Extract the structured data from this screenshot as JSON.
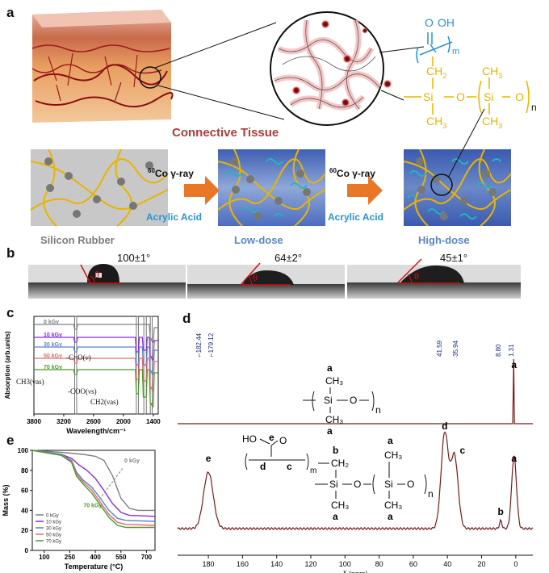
{
  "panels": {
    "a": "a",
    "b": "b",
    "c": "c",
    "d": "d",
    "e": "e"
  },
  "panel_a": {
    "tissue_caption": "Connective Tissue",
    "arrow1_label": "60Co γ-ray",
    "arrow1_iso_sup": "60",
    "arrow1_iso_rest": "Co γ-ray",
    "arrow1_sub": "Acrylic Acid",
    "arrow2_iso_sup": "60",
    "arrow2_iso_rest": "Co γ-ray",
    "arrow2_sub": "Acrylic Acid",
    "stage_labels": [
      "Silicon Rubber",
      "Low-dose",
      "High-dose"
    ],
    "structure": {
      "carboxyl_o": "O",
      "carboxyl_oh": "OH",
      "m": "m",
      "ch2": "CH",
      "ch2_sub": "2",
      "si1": "Si",
      "o1": "O",
      "si2": "Si",
      "o2": "O",
      "ch3": "CH",
      "ch3_sub": "3",
      "n": "n"
    },
    "colors": {
      "gold": "#e8b400",
      "blue": "#2a93d5",
      "arrow": "#e87828",
      "red_caption": "#b23a3a",
      "gray_caption": "#7d7d7d",
      "blue_caption": "#5a86c8"
    }
  },
  "panel_b": {
    "angles": [
      "100±1°",
      "64±2°",
      "45±1°"
    ],
    "theta": "θ"
  },
  "chart_data": [
    {
      "type": "line",
      "panel": "c",
      "xlabel": "Wavelength/cm⁻¹",
      "ylabel": "Absorption (arb.units)",
      "x_ticks": [
        3800,
        3200,
        2600,
        2000,
        1400
      ],
      "xlim": [
        3800,
        1300
      ],
      "series": [
        {
          "name": "0 kGy",
          "color": "#808080"
        },
        {
          "name": "10 kGy",
          "color": "#8b2be2"
        },
        {
          "name": "30 kGy",
          "color": "#5b7fd6"
        },
        {
          "name": "50 kGy",
          "color": "#e46a6a"
        },
        {
          "name": "70 kGy",
          "color": "#4c9a2a"
        }
      ],
      "annotations": [
        "-C=O(ν)",
        "CH3(νas)",
        "-COO(νs)",
        "CH2(νas)"
      ]
    },
    {
      "type": "line",
      "panel": "d",
      "xlabel": "δ (ppm)",
      "x_ticks": [
        180,
        160,
        140,
        120,
        100,
        80,
        60,
        40,
        20,
        0
      ],
      "xlim": [
        198,
        -10
      ],
      "peak_labels_top": [
        "182.44",
        "179.12",
        "41.59",
        "35.94",
        "8.80",
        "1.31"
      ],
      "top_peaks": [
        {
          "x": 1.0,
          "label": "a"
        }
      ],
      "bottom_peaks": [
        {
          "x": 180,
          "label": "e"
        },
        {
          "x": 41.6,
          "label": "d"
        },
        {
          "x": 35.9,
          "label": "c"
        },
        {
          "x": 8.8,
          "label": "b"
        },
        {
          "x": 1.0,
          "label": "a"
        }
      ],
      "top_structure": {
        "a_top": "a",
        "ch3_top": "CH",
        "ch3_sub": "3",
        "si": "Si",
        "o": "O",
        "n": "n",
        "ch3_bot": "CH",
        "a_bot": "a"
      },
      "bottom_structure": {
        "ho": "HO",
        "e": "e",
        "o": "O",
        "b": "b",
        "d": "d",
        "c": "c",
        "m": "m",
        "ch2": "CH",
        "ch2_sub": "2",
        "a1": "a",
        "si1": "Si",
        "o1": "O",
        "si2": "Si",
        "o2": "O",
        "n": "n",
        "ch3": "CH",
        "ch3_sub": "3",
        "a2": "a",
        "a3": "a"
      }
    },
    {
      "type": "line",
      "panel": "e",
      "xlabel": "Temperature (°C)",
      "ylabel": "Mass (%)",
      "x_ticks": [
        100,
        250,
        400,
        550,
        700
      ],
      "y_ticks": [
        0,
        20,
        40,
        60,
        80,
        100
      ],
      "xlim": [
        30,
        750
      ],
      "ylim": [
        0,
        100
      ],
      "series": [
        {
          "name": "0 kGy",
          "color": "#808080",
          "x": [
            30,
            200,
            330,
            400,
            450,
            500,
            550,
            600,
            650,
            750
          ],
          "y": [
            100,
            98,
            96,
            94,
            90,
            75,
            52,
            42,
            40,
            40
          ]
        },
        {
          "name": "10 kGy",
          "color": "#8b2be2",
          "x": [
            30,
            200,
            260,
            300,
            350,
            400,
            450,
            500,
            550,
            600,
            750
          ],
          "y": [
            100,
            96,
            92,
            86,
            80,
            72,
            60,
            47,
            38,
            35,
            34
          ]
        },
        {
          "name": "30 kGy",
          "color": "#5b7fd6",
          "x": [
            30,
            200,
            260,
            290,
            330,
            380,
            430,
            480,
            530,
            580,
            750
          ],
          "y": [
            100,
            96,
            90,
            78,
            70,
            63,
            52,
            40,
            32,
            30,
            29
          ]
        },
        {
          "name": "50 kGy",
          "color": "#e46a6a",
          "x": [
            30,
            200,
            260,
            290,
            330,
            380,
            430,
            480,
            530,
            580,
            750
          ],
          "y": [
            100,
            95,
            89,
            76,
            68,
            60,
            48,
            36,
            28,
            26,
            25
          ]
        },
        {
          "name": "70 kGy",
          "color": "#4c9a2a",
          "x": [
            30,
            200,
            260,
            290,
            330,
            380,
            430,
            480,
            530,
            580,
            750
          ],
          "y": [
            100,
            95,
            88,
            74,
            66,
            57,
            45,
            33,
            25,
            23,
            23
          ]
        }
      ],
      "annotations": [
        "0 kGy",
        "70 kGy"
      ]
    }
  ]
}
